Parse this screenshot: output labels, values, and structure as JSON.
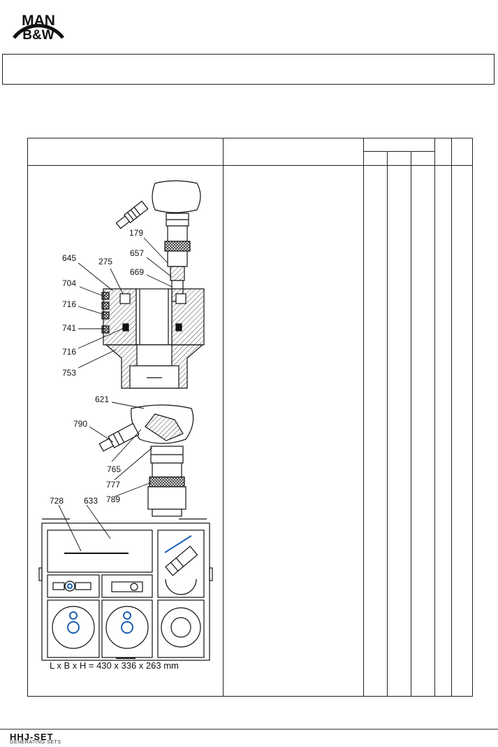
{
  "logo": {
    "line1": "MAN",
    "line2": "B&W"
  },
  "drawing": {
    "callouts": {
      "c179": "179",
      "c657": "657",
      "c669": "669",
      "c645": "645",
      "c275": "275",
      "c704": "704",
      "c716a": "716",
      "c741": "741",
      "c716b": "716",
      "c753": "753",
      "c621": "621",
      "c790": "790",
      "c765": "765",
      "c777": "777",
      "c789": "789",
      "c728": "728",
      "c633": "633"
    },
    "dimensions": "L x B x H = 430 x 336 x 263 mm"
  },
  "footer": {
    "logo_text": "HHJ-SET",
    "caption": "GENERATING SETS"
  },
  "colors": {
    "ink": "#111111",
    "hatch": "#444444",
    "accent_blue": "#1a5fb4"
  }
}
